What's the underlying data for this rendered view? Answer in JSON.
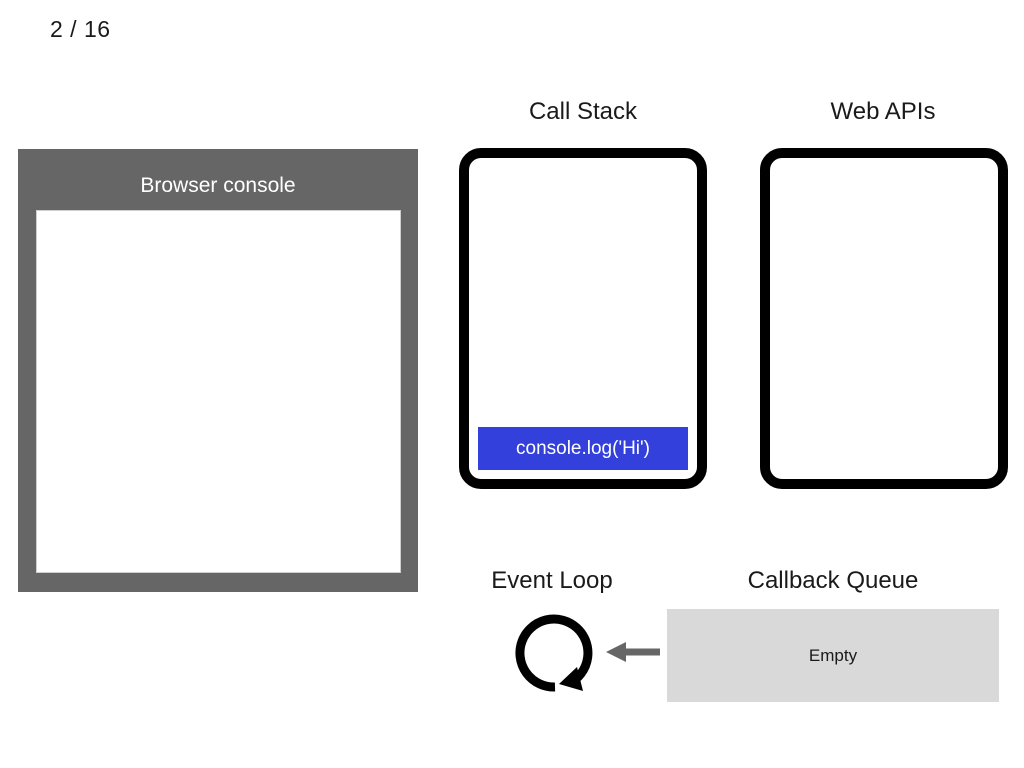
{
  "slide": {
    "counter": "2 / 16",
    "current": 2,
    "total": 16
  },
  "console": {
    "title": "Browser console",
    "frame_color": "#666666",
    "screen_color": "#ffffff",
    "log_lines": []
  },
  "call_stack": {
    "heading": "Call Stack",
    "border_color": "#000000",
    "frames": [
      {
        "label": "console.log('Hi')",
        "color": "#3340dc"
      }
    ]
  },
  "web_apis": {
    "heading": "Web APIs",
    "border_color": "#000000",
    "items": []
  },
  "event_loop": {
    "heading": "Event Loop",
    "icon": "circular-arrow-icon",
    "arrow": "left-arrow-icon",
    "arrow_color": "#666666"
  },
  "callback_queue": {
    "heading": "Callback Queue",
    "box_color": "#d9d9d9",
    "empty_label": "Empty",
    "items": []
  }
}
